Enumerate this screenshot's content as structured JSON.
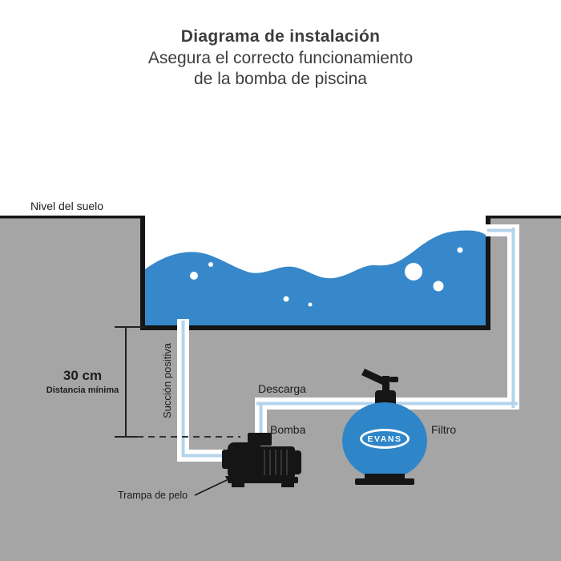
{
  "header": {
    "title": "Diagrama de instalación",
    "subtitle_line1": "Asegura el correcto funcionamiento",
    "subtitle_line2": "de la bomba de piscina"
  },
  "diagram": {
    "labels": {
      "ground_level": "Nivel del suelo",
      "min_distance_value": "30 cm",
      "min_distance_caption": "Distancia mínima",
      "suction": "Succión positiva",
      "discharge": "Descarga",
      "pump": "Bomba",
      "filter": "Filtro",
      "hair_trap": "Trampa de pelo"
    },
    "filter_brand": "EVANS",
    "colors": {
      "water_blue": "#3688cb",
      "filter_blue": "#2e86c9",
      "ground_gray": "#a5a5a5",
      "pipe_white": "#ffffff",
      "pipe_stripe_blue": "#b3d4ec",
      "outline_black": "#151515",
      "text_dark": "#3d3d3d"
    }
  }
}
